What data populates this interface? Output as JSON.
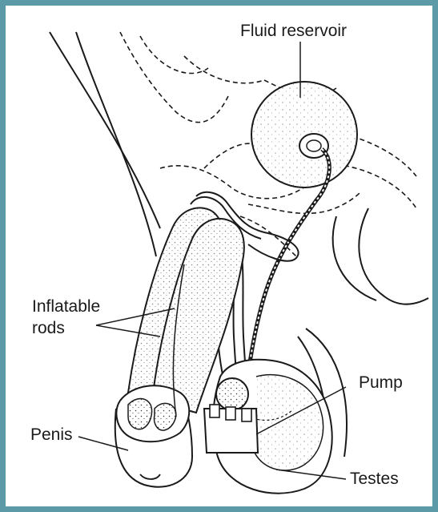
{
  "diagram": {
    "labels": {
      "fluid_reservoir": "Fluid reservoir",
      "inflatable_rods_line1": "Inflatable",
      "inflatable_rods_line2": "rods",
      "pump": "Pump",
      "penis": "Penis",
      "testes": "Testes"
    },
    "colors": {
      "border": "#5c9aa8",
      "line": "#1a1a1a",
      "background": "#ffffff"
    }
  }
}
